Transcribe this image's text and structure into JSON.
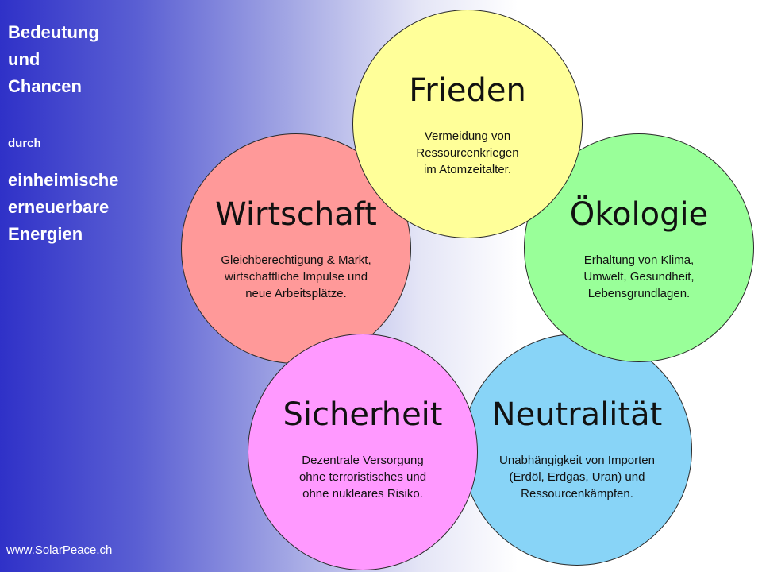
{
  "sidebar": {
    "title_lines": [
      "Bedeutung",
      "und",
      "Chancen"
    ],
    "connector": "durch",
    "subject_lines": [
      "einheimische",
      "erneuerbare",
      "Energien"
    ],
    "url": "www.SolarPeace.ch"
  },
  "circles": {
    "frieden": {
      "title": "Frieden",
      "lines": [
        "Vermeidung von",
        "Ressourcenkriegen",
        "im Atomzeitalter."
      ],
      "color": "#ffff99"
    },
    "oekologie": {
      "title": "Ökologie",
      "lines": [
        "Erhaltung von Klima,",
        "Umwelt, Gesundheit,",
        "Lebensgrundlagen."
      ],
      "color": "#99ff99"
    },
    "wirtschaft": {
      "title": "Wirtschaft",
      "lines": [
        "Gleichberechtigung & Markt,",
        "wirtschaftliche Impulse und",
        "neue Arbeitsplätze."
      ],
      "color": "#ff9999"
    },
    "sicherheit": {
      "title": "Sicherheit",
      "lines": [
        "Dezentrale Versorgung",
        "ohne terroristisches und",
        "ohne nukleares Risiko."
      ],
      "color": "#ff99ff"
    },
    "neutralitaet": {
      "title": "Neutralität",
      "lines": [
        "Unabhängigkeit von Importen",
        "(Erdöl, Erdgas, Uran) und",
        "Ressourcenkämpfen."
      ],
      "color": "#88d4f7"
    }
  }
}
